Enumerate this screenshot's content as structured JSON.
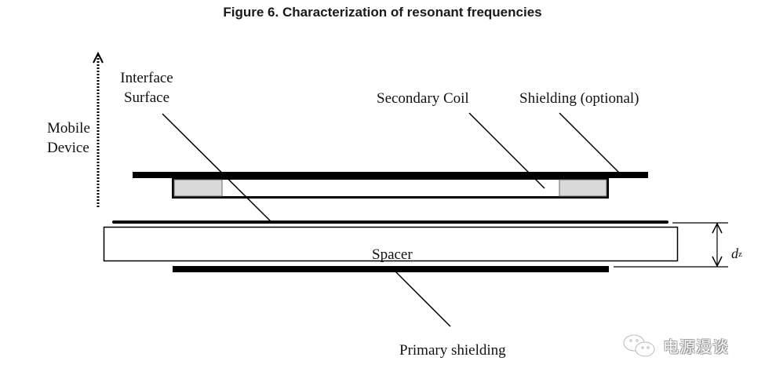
{
  "figure": {
    "title": "Figure 6. Characterization of resonant frequencies"
  },
  "labels": {
    "interface_surface_line1": "Interface",
    "interface_surface_line2": "Surface",
    "mobile_device_line1": "Mobile",
    "mobile_device_line2": "Device",
    "secondary_coil": "Secondary Coil",
    "shielding_optional": "Shielding (optional)",
    "spacer": "Spacer",
    "primary_shielding": "Primary shielding",
    "dz_symbol": "d",
    "dz_subscript": "z"
  },
  "watermark": {
    "icon": "wechat-icon",
    "text": "电源漫谈"
  },
  "colors": {
    "line": "#000000",
    "coil_fill": "#d9d9d9",
    "background": "#ffffff"
  }
}
